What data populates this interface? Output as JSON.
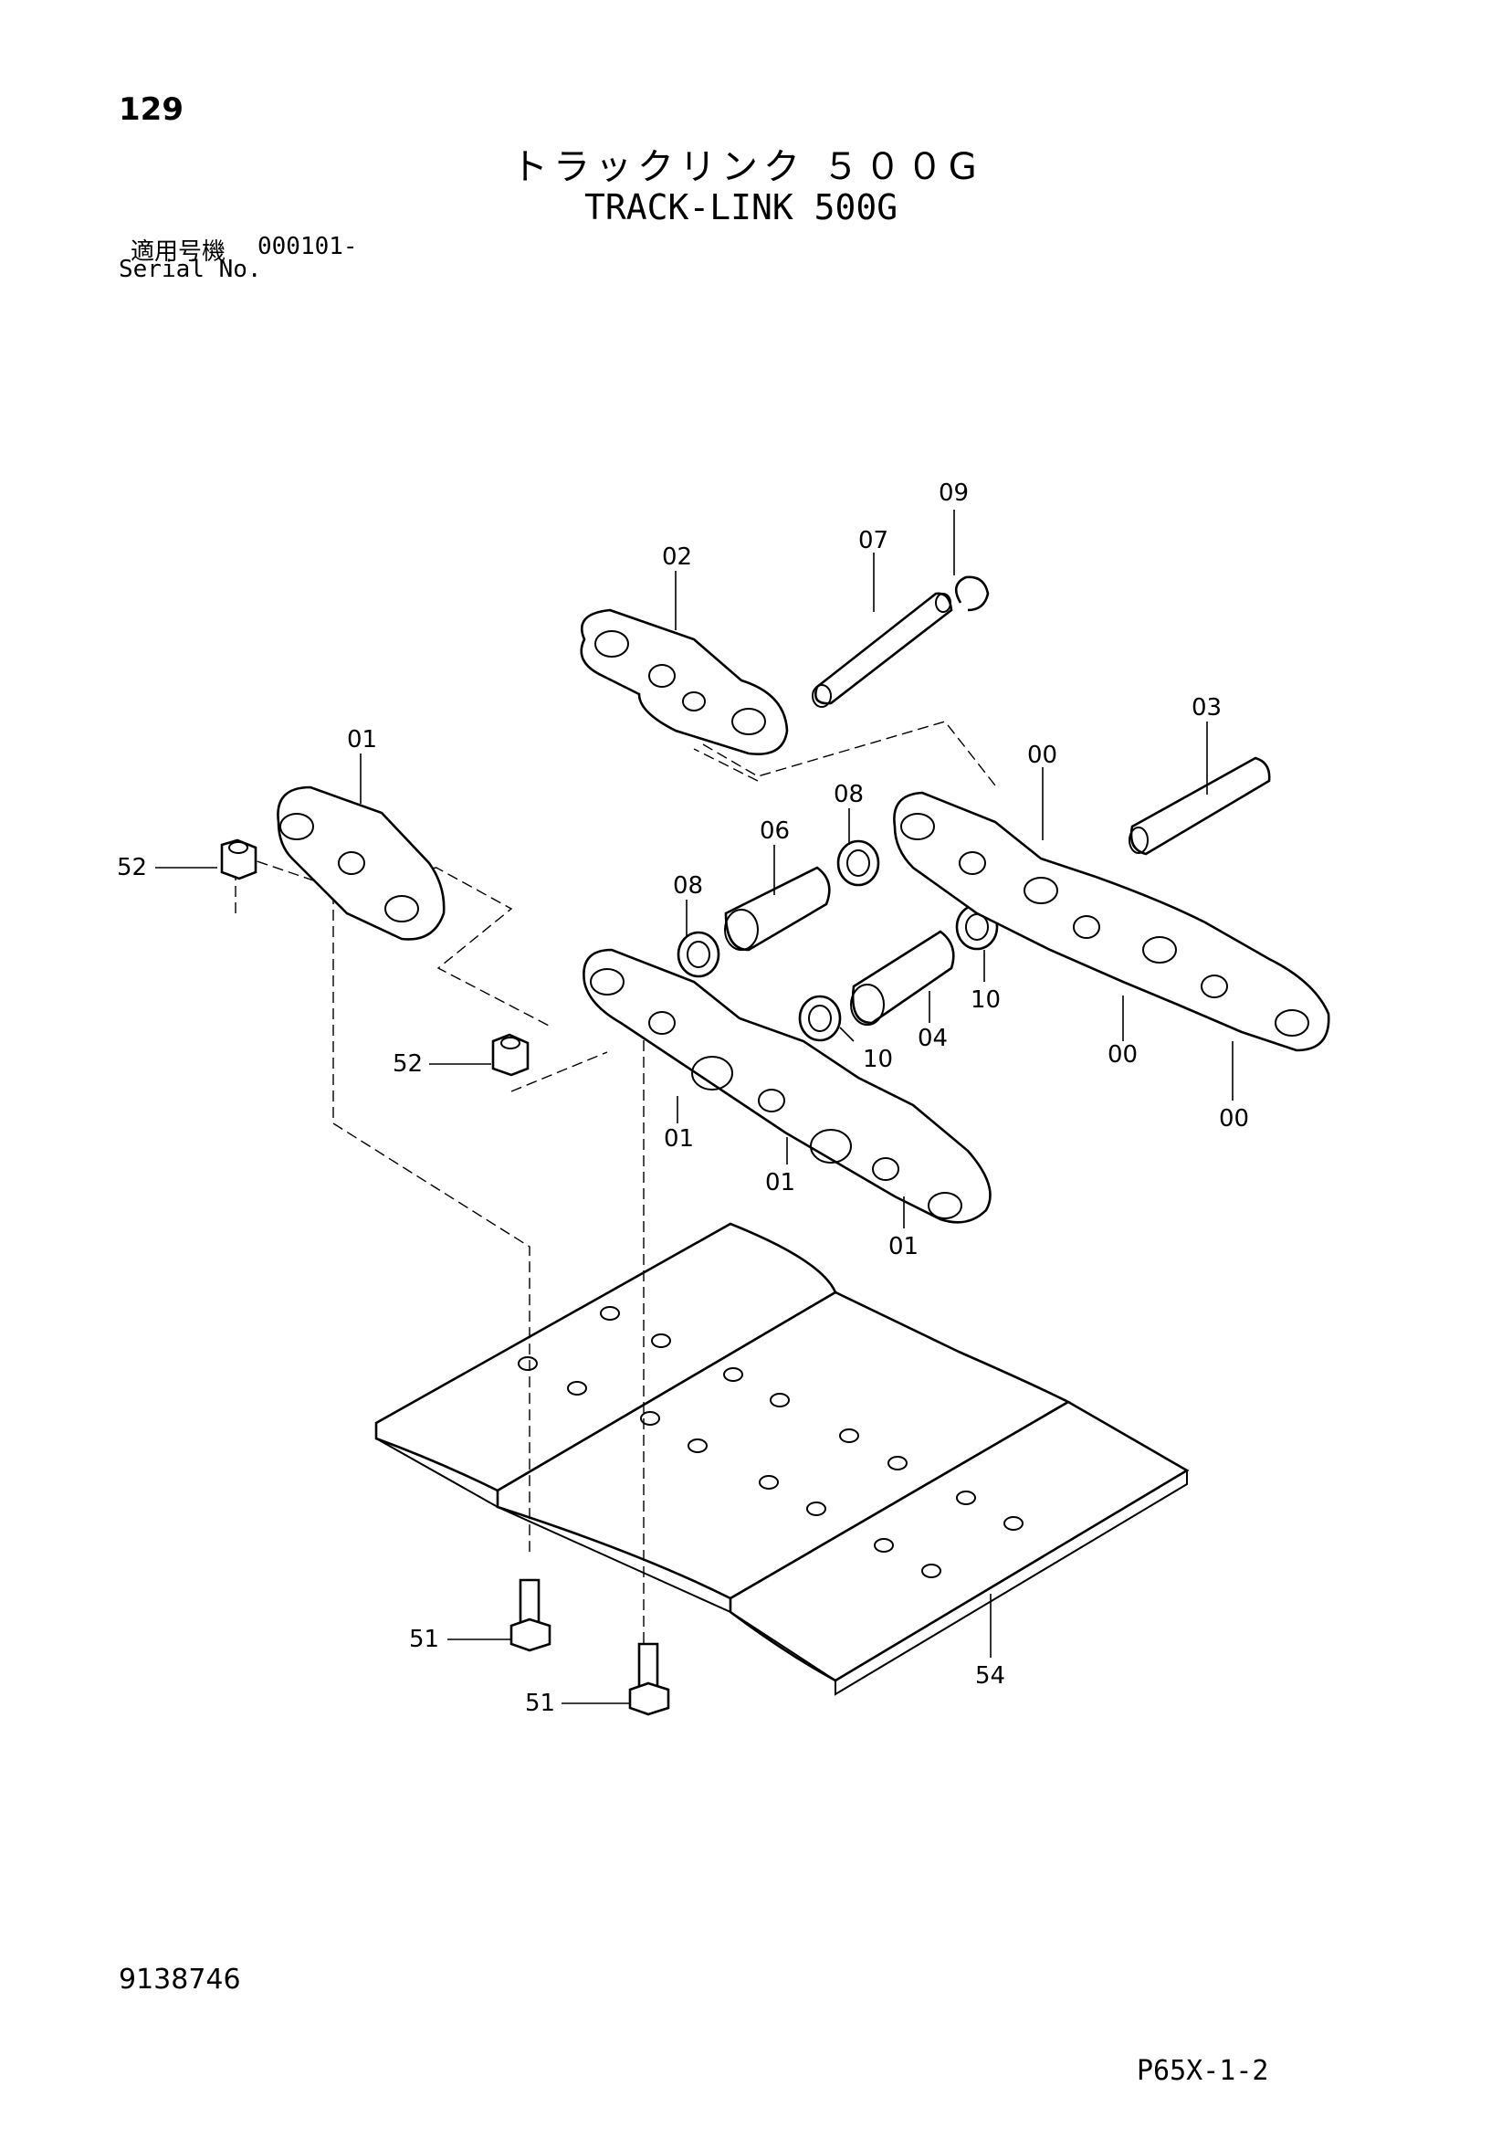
{
  "header": {
    "page_number": "129",
    "title_jp": "トラックリンク ５００G",
    "title_en": "TRACK-LINK 500G",
    "serial_label_jp": "適用号機",
    "serial_range": "000101-",
    "serial_label_en": "Serial No."
  },
  "footer": {
    "doc_number": "9138746",
    "page_code": "P65X-1-2"
  },
  "callouts": {
    "c09": "09",
    "c07": "07",
    "c02": "02",
    "c03": "03",
    "c01_top": "01",
    "c00_top": "00",
    "c08_right": "08",
    "c06": "06",
    "c52_top": "52",
    "c08_left": "08",
    "c10_right": "10",
    "c10_left": "10",
    "c04": "04",
    "c00_mid": "00",
    "c00_bottom": "00",
    "c52_mid": "52",
    "c01_a": "01",
    "c01_b": "01",
    "c01_c": "01",
    "c51_a": "51",
    "c51_b": "51",
    "c54": "54"
  }
}
